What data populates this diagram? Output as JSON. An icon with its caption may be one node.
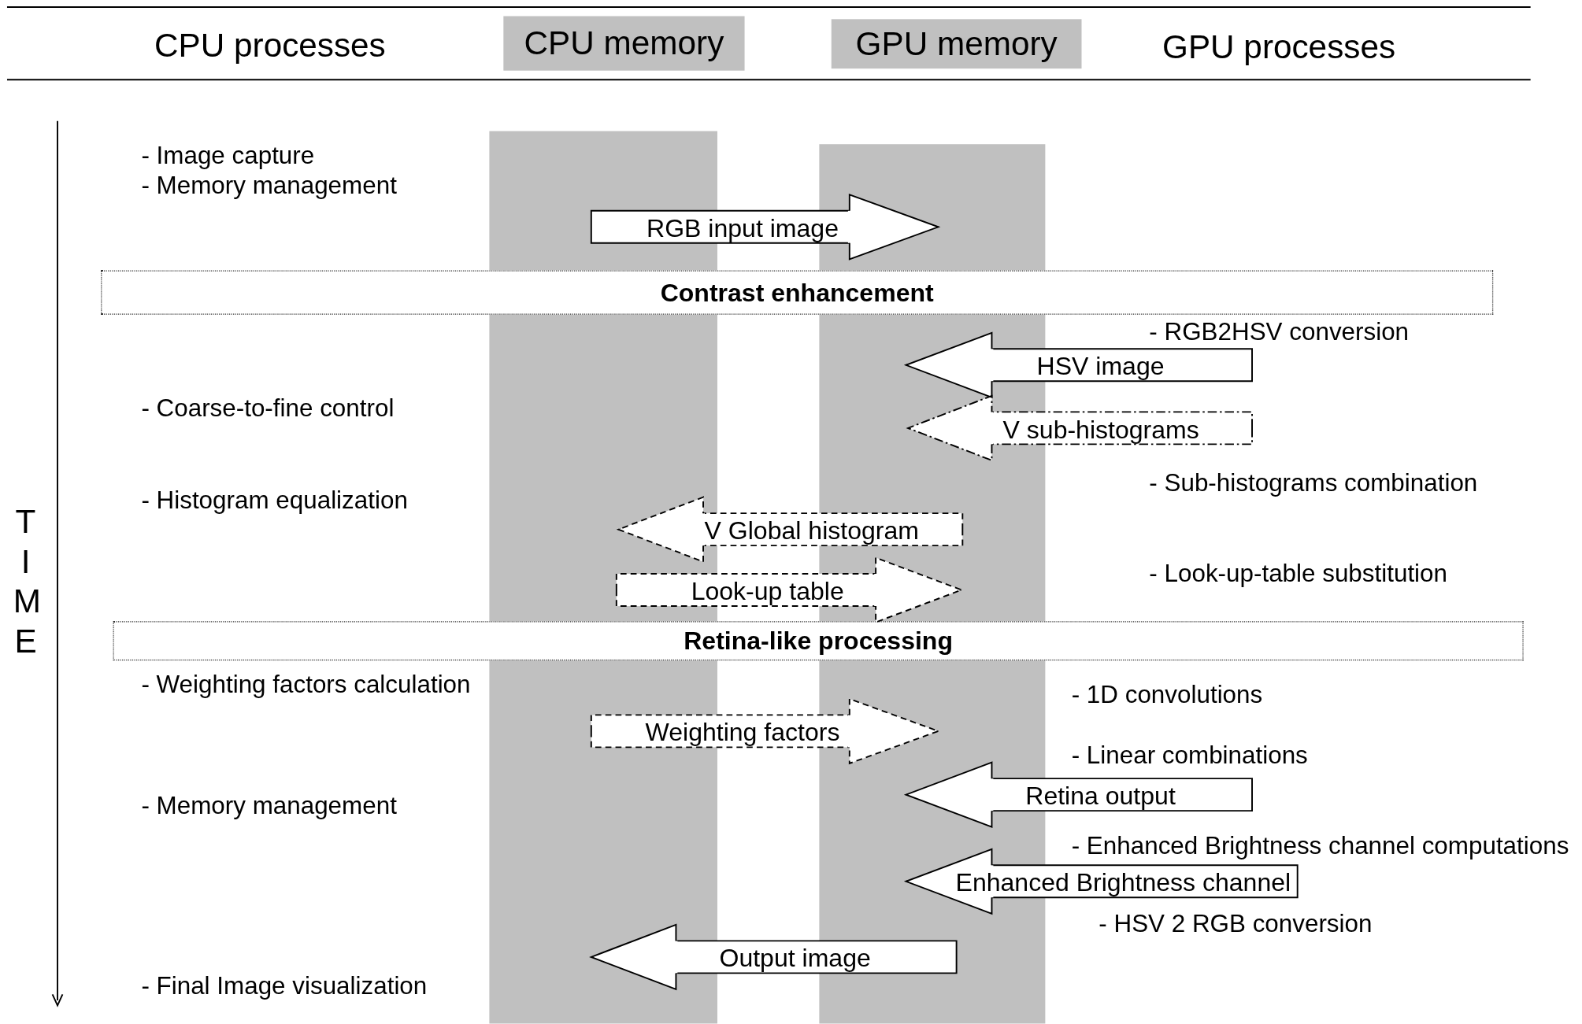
{
  "diagram": {
    "nodes": [
      {
        "text": [
          "CPU memory"
        ]
      },
      {
        "text": [
          "GPU memory"
        ]
      },
      {
        "text": [],
        "shape": "bar"
      },
      {
        "text": [],
        "shape": "bar"
      },
      {
        "text": [
          "Contrast enhancement"
        ]
      },
      {
        "text": [
          "Retina-like processing"
        ]
      }
    ],
    "edges": [
      {
        "from": 2,
        "to": 3,
        "arrow": "to",
        "label": "RGB input image"
      },
      {
        "from": null,
        "to": 3,
        "arrow": "to",
        "label": "HSV image"
      },
      {
        "from": null,
        "to": 3,
        "arrow": "to",
        "label": "V sub-histograms",
        "style": "dashed"
      },
      {
        "from": 3,
        "to": 2,
        "arrow": "to",
        "label": "V Global histogram",
        "style": "dashed"
      },
      {
        "from": 2,
        "to": 3,
        "arrow": "to",
        "label": "Look-up table",
        "style": "dashed"
      },
      {
        "from": 2,
        "to": 3,
        "arrow": "to",
        "label": "Weighting factors",
        "style": "dashed"
      },
      {
        "from": null,
        "to": 3,
        "arrow": "to",
        "label": "Retina output"
      },
      {
        "from": null,
        "to": 3,
        "arrow": "to",
        "label": "Enhanced Brightness channel"
      },
      {
        "from": 3,
        "to": 2,
        "arrow": "to",
        "label": "Output image"
      }
    ],
    "labels": [
      "CPU processes",
      "GPU processes",
      "- Image capture",
      "- Memory management",
      "- RGB2HSV conversion",
      "- Coarse-to-fine control",
      "- Sub-histograms combination",
      "- Histogram equalization",
      "- Look-up-table substitution",
      "TIME",
      "- Weighting factors calculation",
      "- 1D convolutions",
      "- Linear combinations",
      "- Memory management",
      "- Enhanced Brightness channel computations",
      "- HSV 2 RGB conversion",
      "- Final Image visualization"
    ]
  }
}
